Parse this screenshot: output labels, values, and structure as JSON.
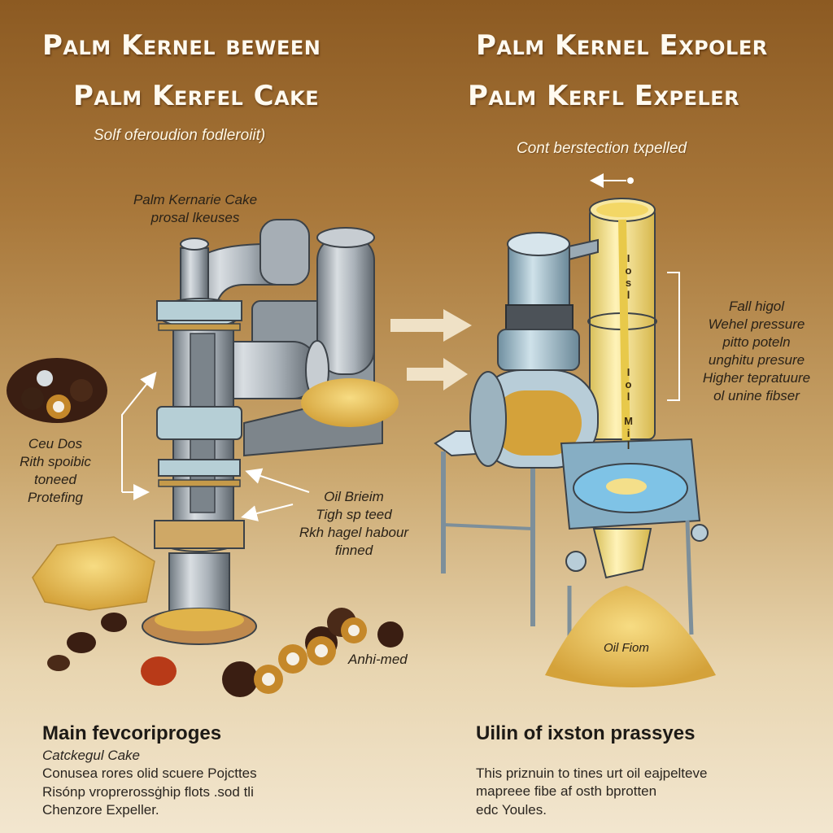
{
  "left": {
    "title_line1": "Palm Kernel beween",
    "title_line2": "Palm Kerfel Cake",
    "subtitle": "Solf oferoudion fodleroiit)",
    "machine_label": [
      "Palm Kernarie Cake",
      "prosal lkeuses"
    ],
    "side_label": [
      "Ceu Dos",
      "Rith spoibic",
      "toneed",
      "Protefing"
    ],
    "oil_label": [
      "Oil Brieim",
      "Tigh sp teed",
      "Rkh hagel habour",
      "finned"
    ],
    "kernel_label": "Anhi-med",
    "section_heading": "Main fevcoriproges",
    "section_body": [
      "Catckegul Cake",
      "Conusea rores olid scuere Pojcttes",
      "Risónp vroprerossġhip flots .sod tli",
      "Chenzore Expeller."
    ]
  },
  "right": {
    "title_line1": "Palm Kernel Expoler",
    "title_line2": "Palm Kerfl Expeler",
    "subtitle": "Cont berstection txpelled",
    "tube_label_top": "Iosl",
    "tube_label_mid": "Iol Mil",
    "side_label": [
      "Fall higol",
      "Wehel pressure",
      "pitto poteln",
      "unghitu presure",
      "Higher tepratuure",
      "ol unine fibser"
    ],
    "pile_label": "Oil Fiom",
    "section_heading": "Uilin of ixston prassyes",
    "section_body": [
      "This priznuin to tines urt oil eajpelteve",
      "mapreee fibe af osth bprotten",
      "edc Youles."
    ]
  },
  "colors": {
    "background_top": "#8c5a22",
    "background_bottom": "#f2e6cf",
    "steel": "#9aa3ab",
    "oil_yellow": "#f4df8a",
    "cake_gold": "#e0b34a",
    "water_blue": "#7fc3e6"
  }
}
